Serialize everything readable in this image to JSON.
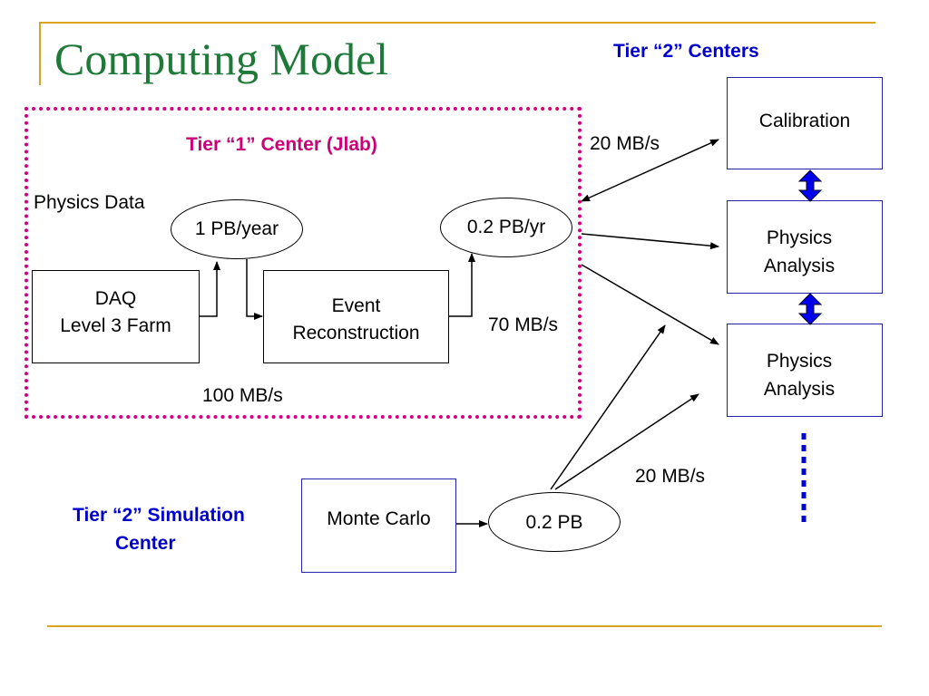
{
  "slide": {
    "title": "Computing Model",
    "tier2_centers_label": "Tier “2” Centers",
    "tier1_label": "Tier “1” Center (Jlab)",
    "physics_data_label": "Physics Data",
    "tier2_sim_label_line1": "Tier “2”  Simulation",
    "tier2_sim_label_line2": "Center"
  },
  "nodes": {
    "daq_line1": "DAQ",
    "daq_line2": "Level 3 Farm",
    "event_line1": "Event",
    "event_line2": "Reconstruction",
    "pb_year": "1 PB/year",
    "pb_yr": "0.2 PB/yr",
    "calibration": "Calibration",
    "physics_analysis_1_line1": "Physics",
    "physics_analysis_1_line2": "Analysis",
    "physics_analysis_2_line1": "Physics",
    "physics_analysis_2_line2": "Analysis",
    "monte_carlo": "Monte Carlo",
    "pb_02": "0.2 PB"
  },
  "rates": {
    "rate_100": "100 MB/s",
    "rate_70": "70 MB/s",
    "rate_20_top": "20 MB/s",
    "rate_20_bottom": "20 MB/s"
  },
  "colors": {
    "title": "#1f7a3a",
    "frame": "#d9a520",
    "tier1_border": "#d4007f",
    "tier2_text": "#0000cc",
    "double_arrow": "#0000ee"
  }
}
